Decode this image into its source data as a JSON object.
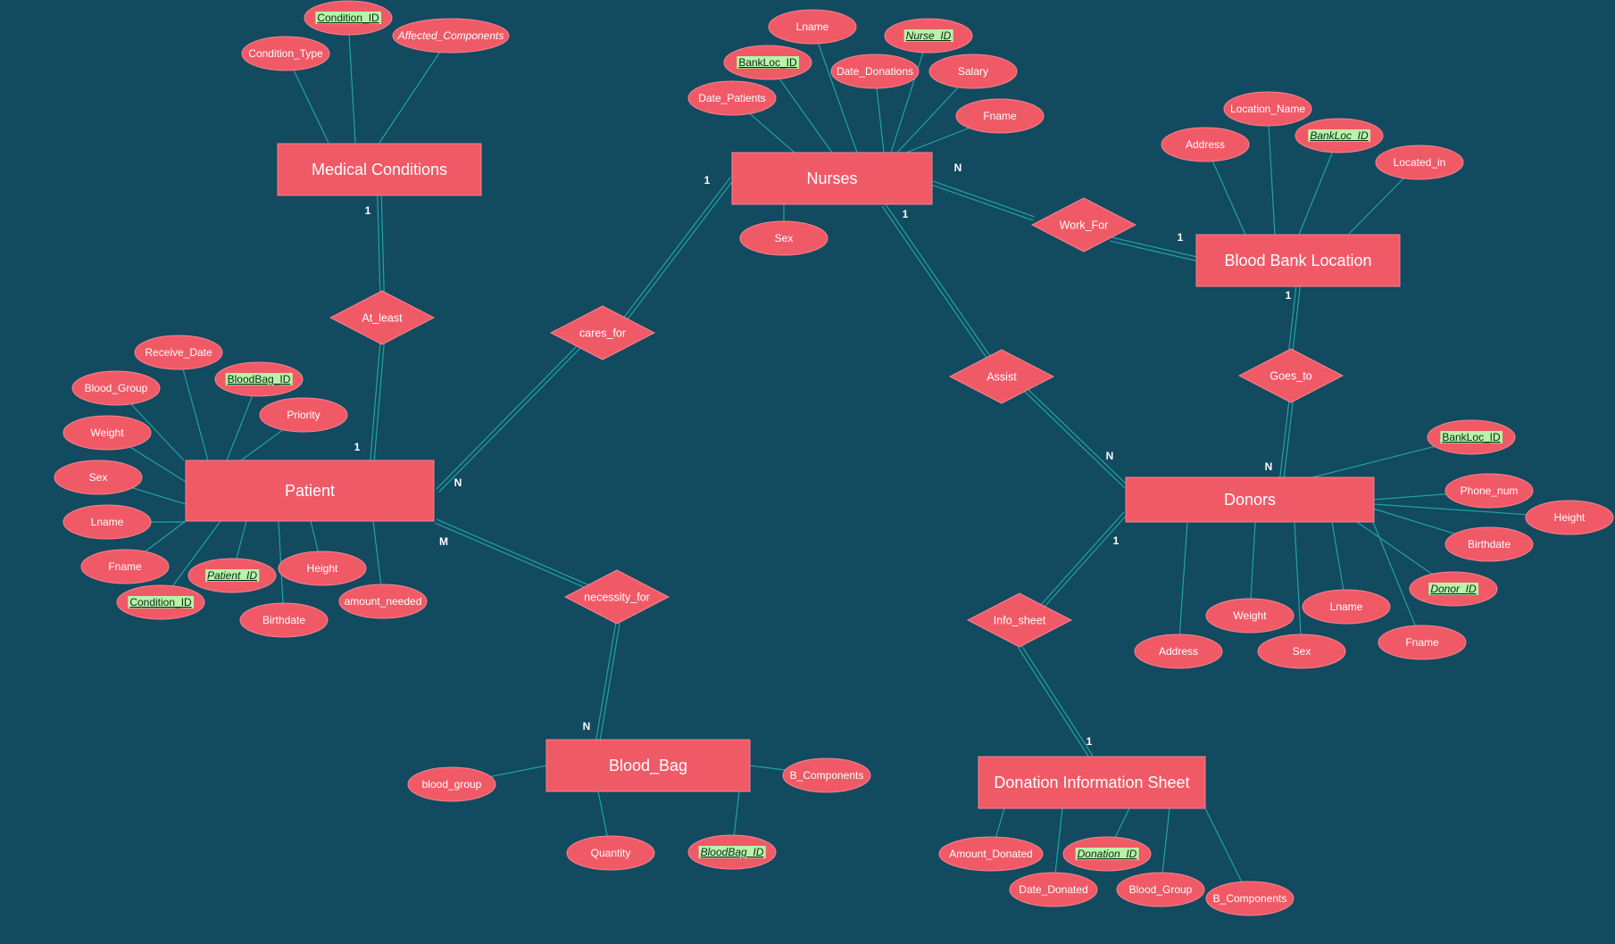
{
  "diagram": {
    "entities": [
      {
        "id": "medical_conditions",
        "label": "Medical Conditions"
      },
      {
        "id": "nurses",
        "label": "Nurses"
      },
      {
        "id": "blood_bank_location",
        "label": "Blood Bank Location"
      },
      {
        "id": "patient",
        "label": "Patient"
      },
      {
        "id": "donors",
        "label": "Donors"
      },
      {
        "id": "blood_bag",
        "label": "Blood_Bag"
      },
      {
        "id": "donation_information_sheet",
        "label": "Donation Information Sheet"
      }
    ],
    "relationships": [
      {
        "id": "at_least",
        "label": "At_least"
      },
      {
        "id": "cares_for",
        "label": "cares_for"
      },
      {
        "id": "work_for",
        "label": "Work_For"
      },
      {
        "id": "assist",
        "label": "Assist"
      },
      {
        "id": "goes_to",
        "label": "Goes_to"
      },
      {
        "id": "necessity_for",
        "label": "necessity_for"
      },
      {
        "id": "info_sheet",
        "label": "Info_sheet"
      }
    ],
    "attributes": [
      {
        "id": "mc_condition_id",
        "label": "Condition_ID",
        "key": true,
        "italic": false
      },
      {
        "id": "mc_affected_components",
        "label": "Affected_Components",
        "key": false,
        "italic": true
      },
      {
        "id": "mc_condition_type",
        "label": "Condition_Type",
        "key": false,
        "italic": false
      },
      {
        "id": "n_lname",
        "label": "Lname",
        "key": false,
        "italic": false
      },
      {
        "id": "n_nurse_id",
        "label": "Nurse_ID",
        "key": true,
        "italic": true
      },
      {
        "id": "n_bankloc_id",
        "label": "BankLoc_ID",
        "key": true,
        "italic": false
      },
      {
        "id": "n_date_donations",
        "label": "Date_Donations",
        "key": false,
        "italic": false
      },
      {
        "id": "n_salary",
        "label": "Salary",
        "key": false,
        "italic": false
      },
      {
        "id": "n_date_patients",
        "label": "Date_Patients",
        "key": false,
        "italic": false
      },
      {
        "id": "n_fname",
        "label": "Fname",
        "key": false,
        "italic": false
      },
      {
        "id": "n_sex",
        "label": "Sex",
        "key": false,
        "italic": false
      },
      {
        "id": "b_location_name",
        "label": "Location_Name",
        "key": false,
        "italic": false
      },
      {
        "id": "b_address",
        "label": "Address",
        "key": false,
        "italic": false
      },
      {
        "id": "b_bankloc_id",
        "label": "BankLoc_ID",
        "key": true,
        "italic": true
      },
      {
        "id": "b_located_in",
        "label": "Located_in",
        "key": false,
        "italic": false
      },
      {
        "id": "p_receive_date",
        "label": "Receive_Date",
        "key": false,
        "italic": false
      },
      {
        "id": "p_blood_group",
        "label": "Blood_Group",
        "key": false,
        "italic": false
      },
      {
        "id": "p_bloodbag_id",
        "label": "BloodBag_ID",
        "key": true,
        "italic": false
      },
      {
        "id": "p_priority",
        "label": "Priority",
        "key": false,
        "italic": false
      },
      {
        "id": "p_weight",
        "label": "Weight",
        "key": false,
        "italic": false
      },
      {
        "id": "p_sex",
        "label": "Sex",
        "key": false,
        "italic": false
      },
      {
        "id": "p_lname",
        "label": "Lname",
        "key": false,
        "italic": false
      },
      {
        "id": "p_fname",
        "label": "Fname",
        "key": false,
        "italic": false
      },
      {
        "id": "p_patient_id",
        "label": "Patient_ID",
        "key": true,
        "italic": true
      },
      {
        "id": "p_height",
        "label": "Height",
        "key": false,
        "italic": false
      },
      {
        "id": "p_condition_id",
        "label": "Condition_ID",
        "key": true,
        "italic": false
      },
      {
        "id": "p_amount_needed",
        "label": "amount_needed",
        "key": false,
        "italic": false
      },
      {
        "id": "p_birthdate",
        "label": "Birthdate",
        "key": false,
        "italic": false
      },
      {
        "id": "d_bankloc_id",
        "label": "BankLoc_ID",
        "key": true,
        "italic": false
      },
      {
        "id": "d_phone_num",
        "label": "Phone_num",
        "key": false,
        "italic": false
      },
      {
        "id": "d_height",
        "label": "Height",
        "key": false,
        "italic": false
      },
      {
        "id": "d_birthdate",
        "label": "Birthdate",
        "key": false,
        "italic": false
      },
      {
        "id": "d_donor_id",
        "label": "Donor_ID",
        "key": true,
        "italic": true
      },
      {
        "id": "d_weight",
        "label": "Weight",
        "key": false,
        "italic": false
      },
      {
        "id": "d_lname",
        "label": "Lname",
        "key": false,
        "italic": false
      },
      {
        "id": "d_fname",
        "label": "Fname",
        "key": false,
        "italic": false
      },
      {
        "id": "d_address",
        "label": "Address",
        "key": false,
        "italic": false
      },
      {
        "id": "d_sex",
        "label": "Sex",
        "key": false,
        "italic": false
      },
      {
        "id": "bb_b_components",
        "label": "B_Components",
        "key": false,
        "italic": false
      },
      {
        "id": "bb_blood_group",
        "label": "blood_group",
        "key": false,
        "italic": false
      },
      {
        "id": "bb_quantity",
        "label": "Quantity",
        "key": false,
        "italic": false
      },
      {
        "id": "bb_bloodbag_id",
        "label": "BloodBag_ID",
        "key": true,
        "italic": true
      },
      {
        "id": "ds_amount_donated",
        "label": "Amount_Donated",
        "key": false,
        "italic": false
      },
      {
        "id": "ds_donation_id",
        "label": "Donation_ID",
        "key": true,
        "italic": true
      },
      {
        "id": "ds_date_donated",
        "label": "Date_Donated",
        "key": false,
        "italic": false
      },
      {
        "id": "ds_blood_group",
        "label": "Blood_Group",
        "key": false,
        "italic": false
      },
      {
        "id": "ds_b_components",
        "label": "B_Components",
        "key": false,
        "italic": false
      }
    ],
    "cardinalities": [
      {
        "id": "c_mc_atleast",
        "label": "1"
      },
      {
        "id": "c_patient_atleast",
        "label": "1"
      },
      {
        "id": "c_nurses_caresfor",
        "label": "1"
      },
      {
        "id": "c_patient_caresfor",
        "label": "N"
      },
      {
        "id": "c_nurses_workfor",
        "label": "N"
      },
      {
        "id": "c_bbl_workfor",
        "label": "1"
      },
      {
        "id": "c_nurses_assist",
        "label": "1"
      },
      {
        "id": "c_donors_assist",
        "label": "N"
      },
      {
        "id": "c_bbl_goesto",
        "label": "1"
      },
      {
        "id": "c_donors_goesto",
        "label": "N"
      },
      {
        "id": "c_patient_necessity",
        "label": "M"
      },
      {
        "id": "c_bloodbag_necessity",
        "label": "N"
      },
      {
        "id": "c_donors_infosheet",
        "label": "1"
      },
      {
        "id": "c_dis_infosheet",
        "label": "1"
      }
    ],
    "colors": {
      "background": "#124a5f",
      "shape": "#f05a67",
      "line": "#21a3a3",
      "key_highlight": "#b9f2a8"
    }
  }
}
